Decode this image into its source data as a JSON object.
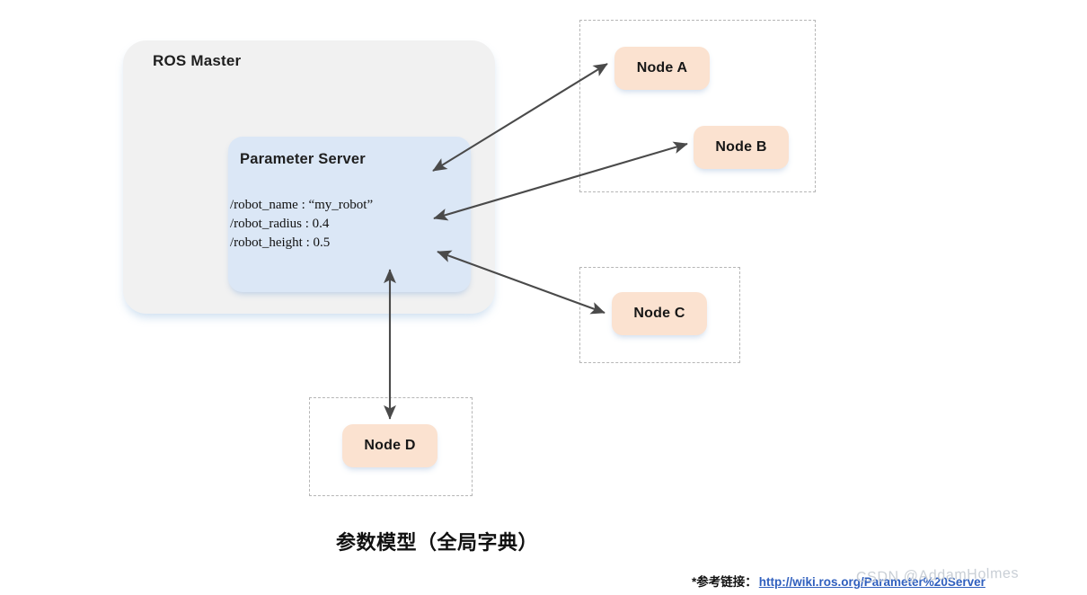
{
  "diagram": {
    "master": {
      "title": "ROS Master"
    },
    "parameter_server": {
      "title": "Parameter Server",
      "params": [
        "/robot_name :  “my_robot”",
        "/robot_radius : 0.4",
        "/robot_height : 0.5"
      ]
    },
    "nodes": [
      {
        "id": "node-a",
        "label": "Node A"
      },
      {
        "id": "node-b",
        "label": "Node B"
      },
      {
        "id": "node-c",
        "label": "Node C"
      },
      {
        "id": "node-d",
        "label": "Node D"
      }
    ],
    "connections": [
      {
        "from": "Parameter Server",
        "to": "Node A",
        "style": "double-arrow"
      },
      {
        "from": "Parameter Server",
        "to": "Node B",
        "style": "double-arrow"
      },
      {
        "from": "Parameter Server",
        "to": "Node C",
        "style": "double-arrow"
      },
      {
        "from": "Parameter Server",
        "to": "Node D",
        "style": "double-arrow"
      }
    ],
    "caption": "参数模型（全局字典）",
    "reference": {
      "prefix": "*参考链接：",
      "url": "http://wiki.ros.org/Parameter%20Server"
    },
    "watermark": "CSDN @AddamHolmes",
    "colors": {
      "master_fill": "#f1f1f1",
      "param_fill": "#dbe7f6",
      "node_fill": "#fbe2d0",
      "dashed_border": "#b6b6b6",
      "arrow": "#4a4a4a",
      "link": "#2f5fbe",
      "watermark": "#c9cfd6"
    }
  }
}
